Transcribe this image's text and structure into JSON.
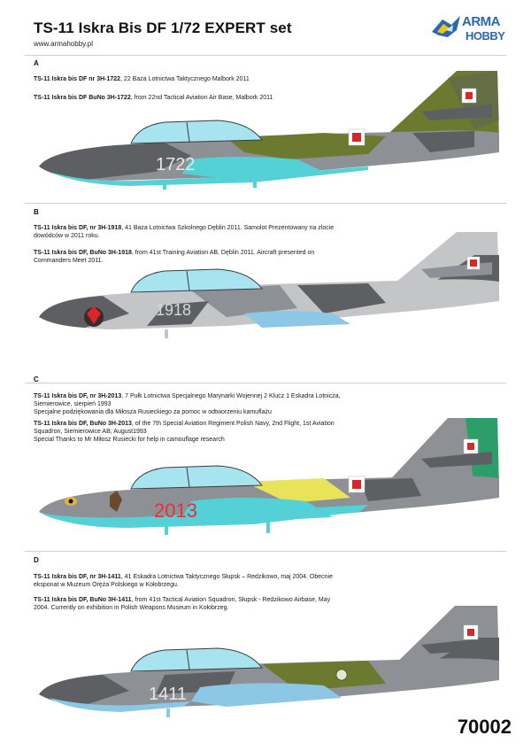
{
  "header": {
    "title": "TS-11 Iskra Bis DF 1/72 EXPERT set",
    "website": "www.armahobby.pl",
    "logo_line1": "ARMA",
    "logo_line2": "HOBBY"
  },
  "catalog_number": "70002",
  "colors": {
    "dark_grey": "#5d5f62",
    "mid_grey": "#8d9195",
    "light_grey": "#c3c5c7",
    "olive": "#6b7a2e",
    "cyan": "#54d1d6",
    "light_blue": "#8cc7e6",
    "yellow": "#e9e35a",
    "green": "#2c9e69",
    "roundel_red": "#d8262b",
    "code_red": "#e3323b",
    "brand_blue": "#2a69ad"
  },
  "sections": [
    {
      "letter": "A",
      "lines": [
        {
          "bold": "TS-11 Iskra bis DF nr 3H-1722",
          "text": ", 22 Baza Lotnictwa Taktycznego Malbork 2011"
        },
        {
          "bold": "TS-11 Iskra bis DF BuNo 3H-1722",
          "text": ", from 22nd Tactical Aviation Air Base, Malbork 2011"
        }
      ],
      "code": "1722"
    },
    {
      "letter": "B",
      "lines": [
        {
          "bold": "TS-11 Iskra bis DF, nr 3H-1918",
          "text": ", 41 Baza Lotnictwa Szkolnego Dęblin 2011. Samolot Prezentowany na zlocie"
        },
        {
          "bold": "",
          "text": "dowódców w 2011 roku."
        },
        {
          "bold": "TS-11 Iskra bis DF, BuNo 3H-1918",
          "text": ", from 41st Training Aviation AB, Dęblin 2011. Aircraft presented on"
        },
        {
          "bold": "",
          "text": "Commanders Meet 2011."
        }
      ],
      "code": "1918"
    },
    {
      "letter": "C",
      "lines": [
        {
          "bold": "TS-11 Iskra bis DF,  nr 3H-2013",
          "text": ", 7 Pułk Lotnictwa Specjalnego Marynarki Wojennej 2 Klucz 1 Eskadra Lotnicza,"
        },
        {
          "bold": "",
          "text": "Siemierowice, sierpień 1993"
        },
        {
          "bold": "",
          "text": "Specjalne podziękowania dla Miłosza Rusieckiego za pomoc w odtworzeniu kamuflażu"
        },
        {
          "bold": "TS-11 Iskra bis DF, BuNo 3H-2013",
          "text": ", of the  7th Special Aviation Regiment Polish Navy, 2nd Flight, 1st Aviation"
        },
        {
          "bold": "",
          "text": "Squadron, Siemierowice AB, August1993"
        },
        {
          "bold": "",
          "text": "Special Thanks to Mr Miłosz Rusiecki for help in camouflage research"
        }
      ],
      "code": "2013"
    },
    {
      "letter": "D",
      "lines": [
        {
          "bold": "TS-11 Iskra bis DF, nr 3H-1411",
          "text": ", 41 Eskadra Lotnictwa Taktycznego Słupsk – Redzikowo, maj 2004. Obecnie"
        },
        {
          "bold": "",
          "text": "eksponat w Muzeum Oręża Polskiego w Kołobrzegu."
        },
        {
          "bold": "TS-11 Iskra bis DF, BuNo 3H-1411",
          "text": ", from 41st Tactical Aviation Squadron,  Słupsk - Redzikowo Airbase,  May"
        },
        {
          "bold": "",
          "text": "2004. Currently on exhibition in Polish Weapons Museum in  Kołobrzeg."
        }
      ],
      "code": "1411"
    }
  ]
}
